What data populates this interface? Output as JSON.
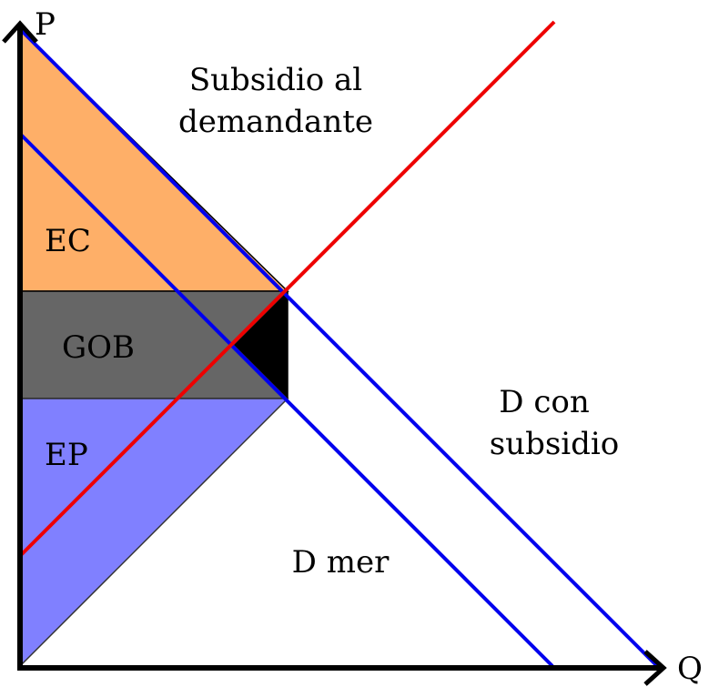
{
  "axes": {
    "y_label": "P",
    "x_label": "Q"
  },
  "labels": {
    "title_line1": "Subsidio al",
    "title_line2": "demandante",
    "consumer_surplus": "EC",
    "government": "GOB",
    "producer_surplus": "EP",
    "demand_subsidy_line1": "D con",
    "demand_subsidy_line2": "subsidio",
    "market_demand": "D mer"
  },
  "colors": {
    "consumer_surplus_fill": "#FEAF68",
    "government_fill": "#666666",
    "producer_surplus_fill": "#8080FF",
    "deadweight_fill": "#000000",
    "demand_line": "#0000EE",
    "supply_line": "#EE0000",
    "axis": "#000000"
  }
}
